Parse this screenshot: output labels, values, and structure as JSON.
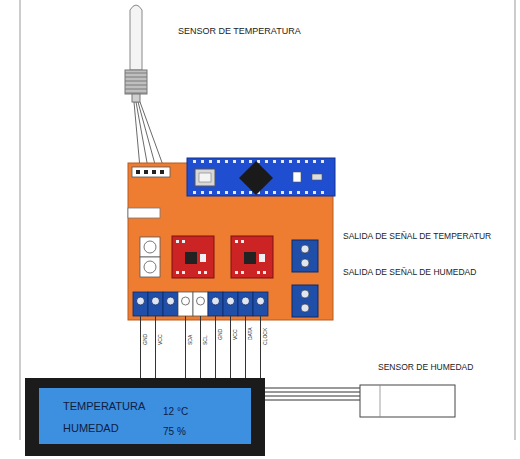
{
  "diagram": {
    "nodes": [
      {
        "text": [
          "TEMPERATURA",
          "12 °C",
          "HUMEDAD",
          "75 %"
        ]
      }
    ],
    "labels": [
      "SENSOR DE TEMPERATURA",
      "SALIDA DE SEÑAL DE TEMPERATUR",
      "SALIDA DE SEÑAL DE HUMEDAD",
      "SENSOR DE HUMEDAD",
      "GND",
      "VCC",
      "SDA",
      "SCL",
      "GND",
      "VCC",
      "DATA",
      "CLOCK"
    ]
  }
}
